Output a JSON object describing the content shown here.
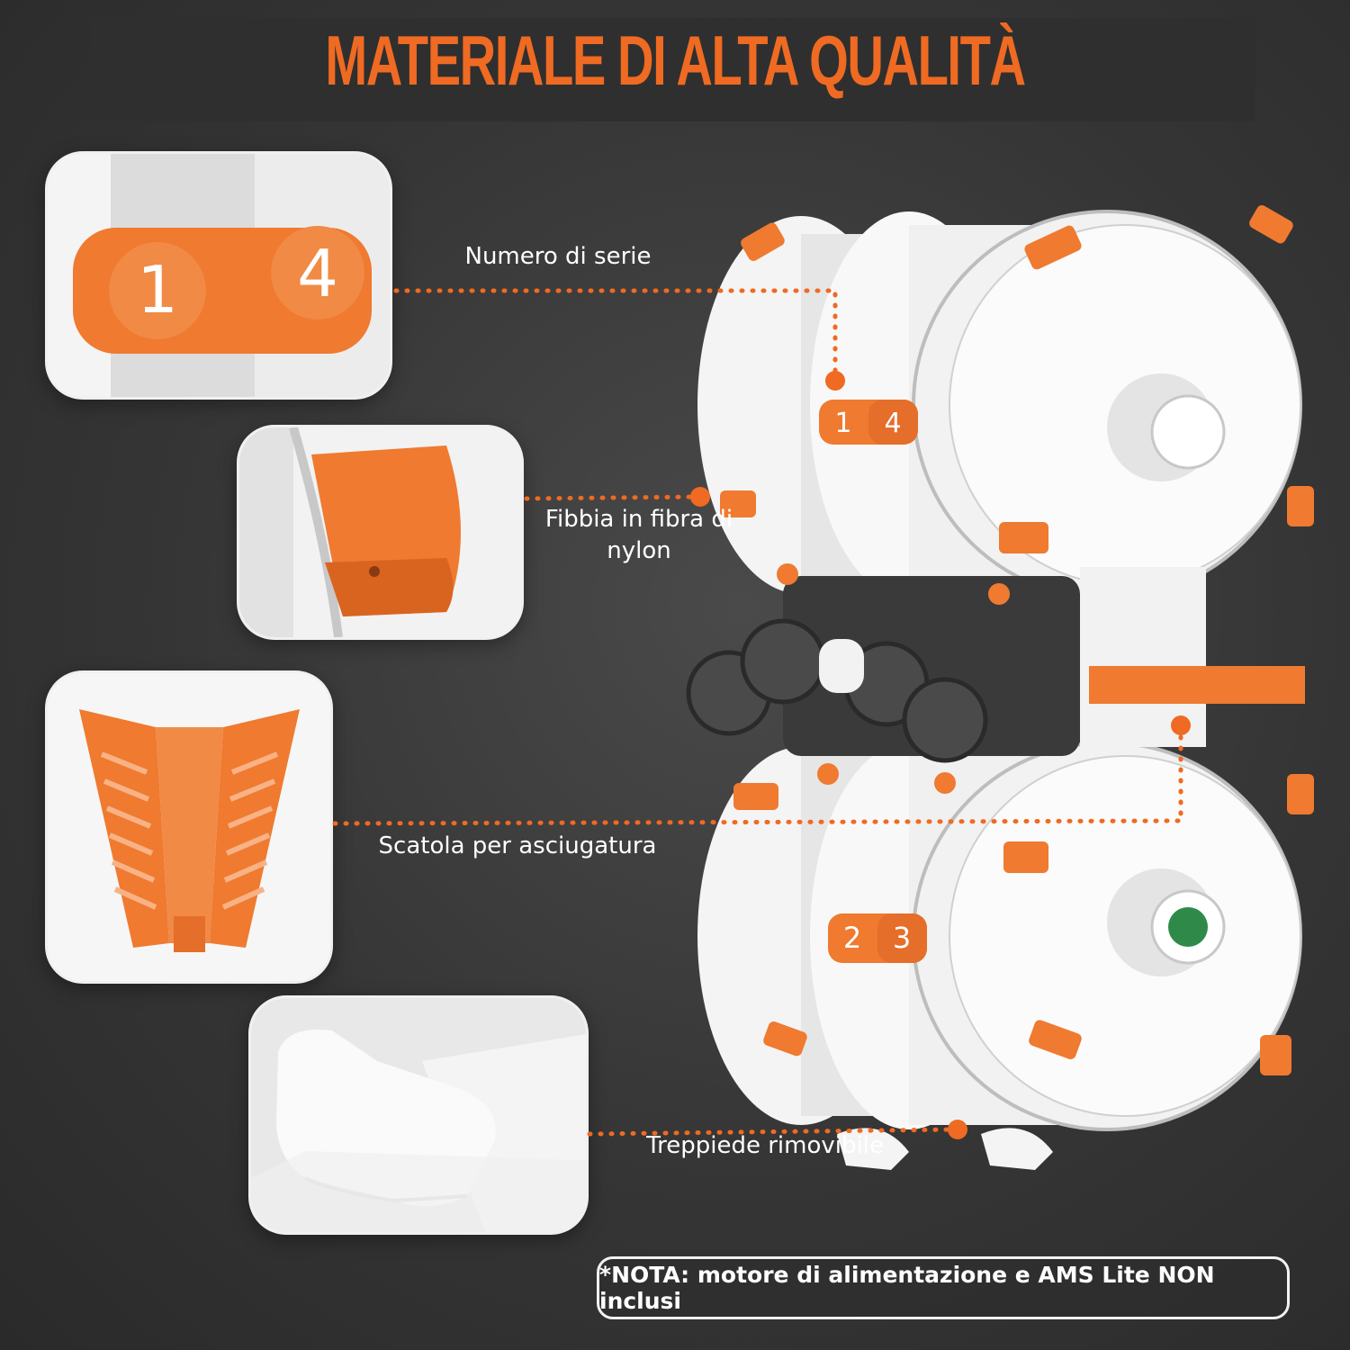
{
  "title": "MATERIALE DI ALTA QUALITÀ",
  "features": [
    {
      "label": "Numero di serie",
      "badge_left": "1",
      "badge_right": "4"
    },
    {
      "label_line1": "Fibbia in fibra di",
      "label_line2": "nylon"
    },
    {
      "label": "Scatola per asciugatura"
    },
    {
      "label": "Treppiede rimovibile"
    }
  ],
  "product": {
    "top_badge_left": "1",
    "top_badge_right": "4",
    "bottom_badge_left": "2",
    "bottom_badge_right": "3"
  },
  "note": "*NOTA: motore di alimentazione e AMS Lite NON inclusi",
  "colors": {
    "accent": "#ef6a22",
    "background": "#353535",
    "text": "#ffffff"
  }
}
